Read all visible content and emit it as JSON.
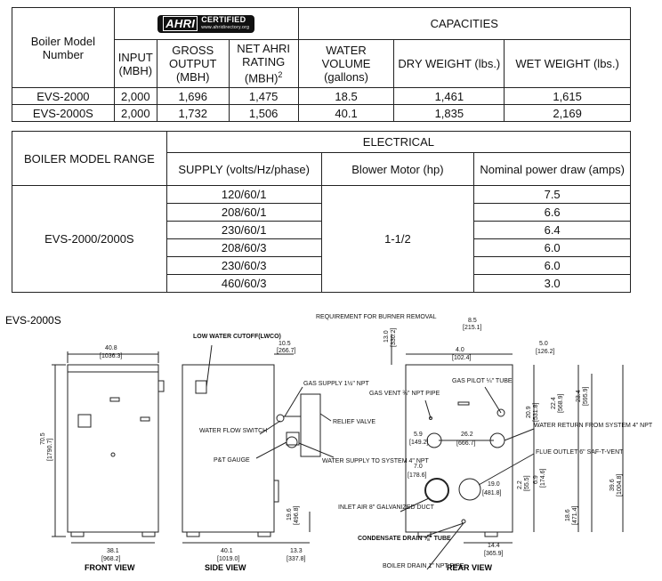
{
  "table1": {
    "model_header": "Boiler Model Number",
    "ahri_brand": "AHRI",
    "ahri_certified": "CERTIFIED",
    "ahri_url": "www.ahridirectory.org",
    "capacities": "CAPACITIES",
    "cols": {
      "input": "INPUT (MBH)",
      "gross": "GROSS OUTPUT (MBH)",
      "net": "NET AHRI RATING (MBH)",
      "net_sup": "2",
      "water": "WATER VOLUME (gallons)",
      "dry": "DRY WEIGHT (lbs.)",
      "wet": "WET WEIGHT (lbs.)"
    },
    "rows": [
      {
        "model": "EVS-2000",
        "input": "2,000",
        "gross": "1,696",
        "net": "1,475",
        "water": "18.5",
        "dry": "1,461",
        "wet": "1,615"
      },
      {
        "model": "EVS-2000S",
        "input": "2,000",
        "gross": "1,732",
        "net": "1,506",
        "water": "40.1",
        "dry": "1,835",
        "wet": "2,169"
      }
    ]
  },
  "table2": {
    "range_header": "BOILER MODEL RANGE",
    "electrical": "ELECTRICAL",
    "supply_header": "SUPPLY (volts/Hz/phase)",
    "blower_header": "Blower Motor (hp)",
    "power_header": "Nominal power draw (amps)",
    "range_value": "EVS-2000/2000S",
    "blower_value": "1-1/2",
    "rows": [
      {
        "supply": "120/60/1",
        "amps": "7.5"
      },
      {
        "supply": "208/60/1",
        "amps": "6.6"
      },
      {
        "supply": "230/60/1",
        "amps": "6.4"
      },
      {
        "supply": "208/60/3",
        "amps": "6.0"
      },
      {
        "supply": "230/60/3",
        "amps": "6.0"
      },
      {
        "supply": "460/60/3",
        "amps": "3.0"
      }
    ]
  },
  "diagram": {
    "model_label": "EVS-2000S",
    "front_view": "FRONT VIEW",
    "side_view": "SIDE VIEW",
    "rear_view": "REAR VIEW",
    "dims": {
      "front_width": "40.8",
      "front_width_mm": "[1036.3]",
      "front_height": "70.5",
      "front_height_mm": "[1790.7]",
      "front_base": "38.1",
      "front_base_mm": "[968.2]",
      "side_top": "10.5",
      "side_top_mm": "[266.7]",
      "side_base": "40.1",
      "side_base_mm": "[1019.0]",
      "side_right": "13.3",
      "side_right_mm": "[337.8]",
      "side_inlet": "19.6",
      "side_inlet_mm": "[496.8]",
      "burner_req": "13.0",
      "burner_req_mm": "[330.2]",
      "rear_top": "8.5",
      "rear_top_mm": "[215.1]",
      "rear_4": "4.0",
      "rear_4_mm": "[102.4]",
      "rear_5": "5.0",
      "rear_5_mm": "[126.2]",
      "rear_209": "20.9",
      "rear_209_mm": "[531.8]",
      "rear_224": "22.4",
      "rear_224_mm": "[568.9]",
      "rear_234": "23.4",
      "rear_234_mm": "[595.9]",
      "rear_59": "5.9",
      "rear_59_mm": "[149.2]",
      "rear_262": "26.2",
      "rear_262_mm": "[666.7]",
      "rear_70": "7.0",
      "rear_70_mm": "[178.6]",
      "rear_69": "6.9",
      "rear_69_mm": "[174.6]",
      "rear_22": "2.2",
      "rear_22_mm": "[55.5]",
      "rear_396": "39.6",
      "rear_396_mm": "[1004.8]",
      "rear_190": "19.0",
      "rear_190_mm": "[481.8]",
      "rear_186": "18.6",
      "rear_186_mm": "[471.4]",
      "rear_144": "14.4",
      "rear_144_mm": "[365.9]"
    },
    "labels": {
      "lwco": "LOW WATER CUTOFF(LWCO)",
      "gas_supply": "GAS SUPPLY 1½\" NPT",
      "relief": "RELIEF VALVE",
      "water_flow": "WATER FLOW SWITCH",
      "pt_gauge": "P&T GAUGE",
      "water_supply": "WATER SUPPLY TO SYSTEM 4\" NPT",
      "burner_req": "REQUIREMENT FOR BURNER REMOVAL",
      "gas_pilot": "GAS PILOT ¼\" TUBE",
      "gas_vent": "GAS VENT ¾\" NPT PIPE",
      "water_return": "WATER RETURN FROM SYSTEM 4\" NPT",
      "flue_outlet": "FLUE OUTLET 6\" SAF-T-VENT",
      "inlet_air": "INLET AIR 8\" GALVANIZED DUCT",
      "condensate": "CONDENSATE DRAIN ⅝\" TUBE",
      "boiler_drain": "BOILER DRAIN 1\" NPT PIPE"
    }
  }
}
